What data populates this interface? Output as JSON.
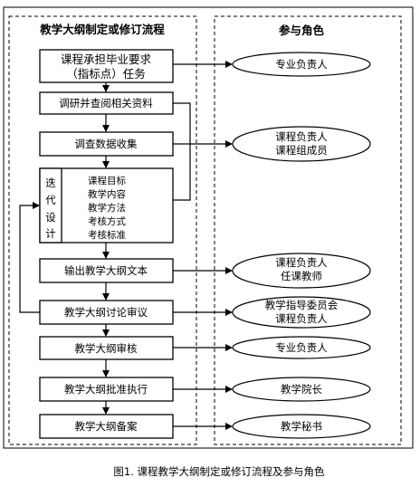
{
  "flow": {
    "left_title": "教学大纲制定或修订流程",
    "right_title": "参与角色",
    "steps": [
      {
        "line1": "课程承担毕业要求",
        "line2": "（指标点）任务"
      },
      {
        "label": "调研并查阅相关资料"
      },
      {
        "label": "调查数据收集"
      },
      {
        "iter_label": [
          "迭",
          "代",
          "设",
          "计"
        ],
        "items": [
          "课程目标",
          "教学内容",
          "教学方法",
          "考核方式",
          "考核标准"
        ]
      },
      {
        "label": "输出教学大纲文本"
      },
      {
        "label": "教学大纲讨论审议"
      },
      {
        "label": "教学大纲审核"
      },
      {
        "label": "教学大纲批准执行"
      },
      {
        "label": "教学大纲备案"
      }
    ],
    "roles": [
      {
        "lines": [
          "专业负责人"
        ]
      },
      {
        "lines": [
          "课程负责人",
          "课程组成员"
        ]
      },
      {
        "lines": [
          "课程负责人",
          "任课教师"
        ]
      },
      {
        "lines": [
          "教学指导委员会",
          "课程负责人"
        ]
      },
      {
        "lines": [
          "专业负责人"
        ]
      },
      {
        "lines": [
          "教学院长"
        ]
      },
      {
        "lines": [
          "教学秘书"
        ]
      }
    ],
    "caption": "图1. 课程教学大纲制定或修订流程及参与角色"
  }
}
